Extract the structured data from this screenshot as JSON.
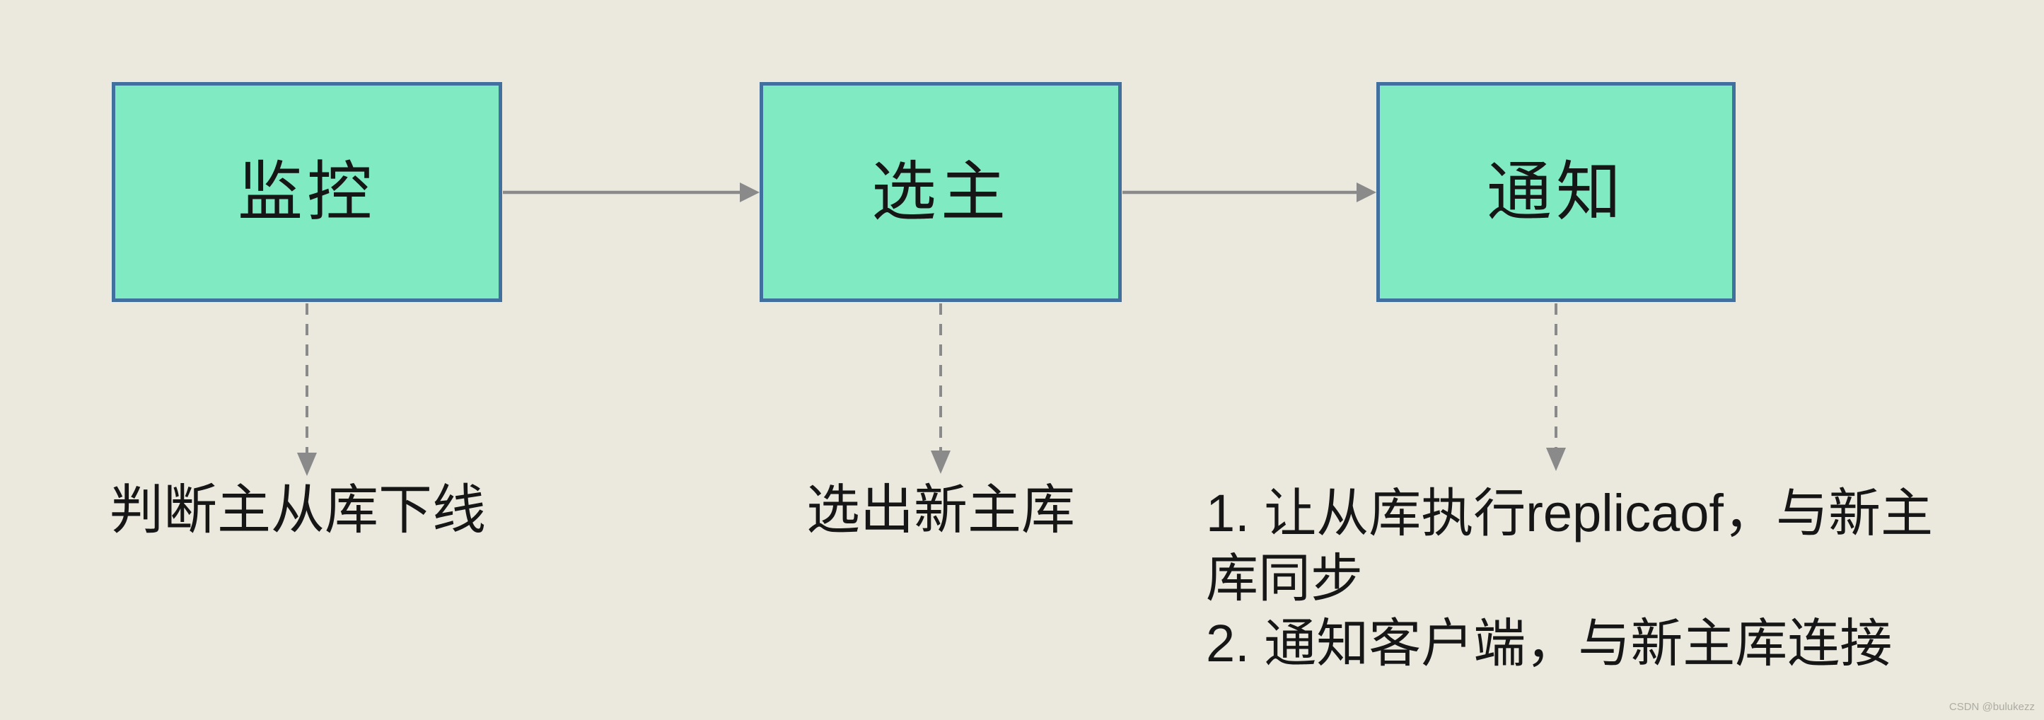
{
  "diagram": {
    "colors": {
      "background": "#ebe9de",
      "node_fill": "#80ebc3",
      "node_border": "#42709e",
      "arrow": "#8a8a8a",
      "text": "#161616",
      "watermark": "#adaca3"
    },
    "nodes": [
      {
        "id": "monitor",
        "label": "监控"
      },
      {
        "id": "elect-leader",
        "label": "选主"
      },
      {
        "id": "notify",
        "label": "通知"
      }
    ],
    "annotations": {
      "monitor": {
        "text": "判断主从库下线"
      },
      "elect": {
        "text": "选出新主库"
      },
      "notify": {
        "lines": [
          "1. 让从库执行replicaof，与新主",
          "库同步",
          "2. 通知客户端，与新主库连接"
        ]
      }
    },
    "watermark": "CSDN @bulukezz"
  }
}
